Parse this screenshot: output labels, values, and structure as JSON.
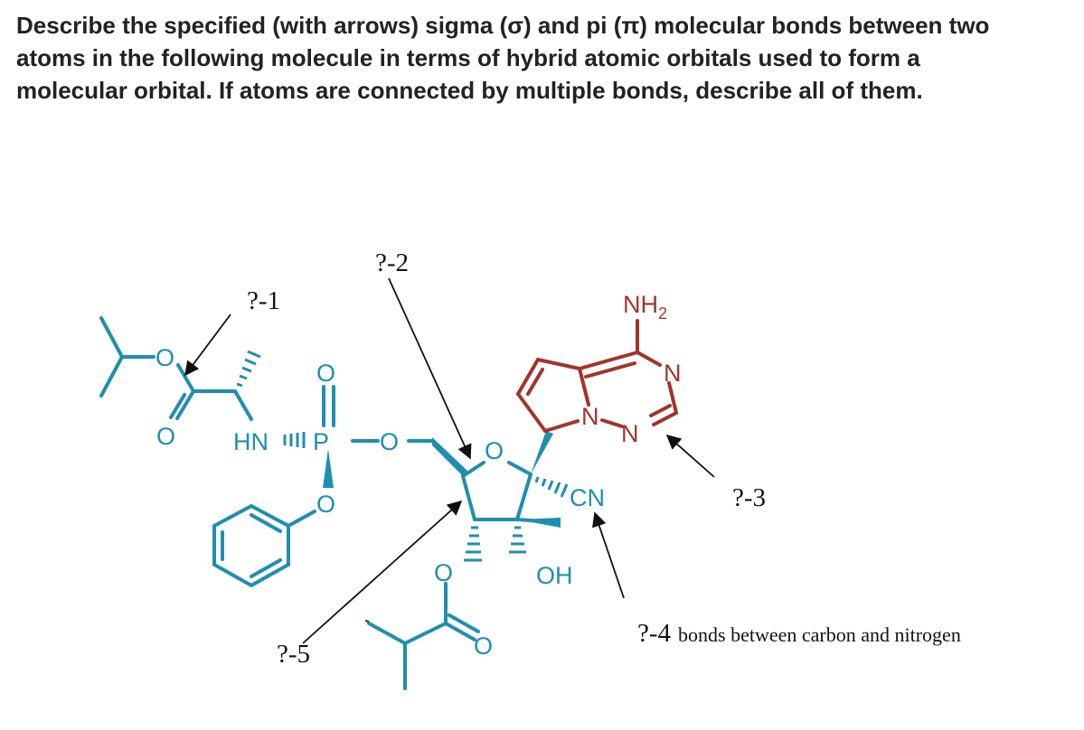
{
  "question": {
    "line1": "Describe the specified (with arrows) sigma (σ) and pi (π) molecular bonds between two",
    "line2": "atoms in the following molecule in terms of hybrid atomic orbitals used to form a",
    "line3": "molecular orbital. If atoms are connected by multiple bonds, describe all of them."
  },
  "colors": {
    "blue": "#1e8fb0",
    "red": "#a2342b",
    "arrow": "#111111",
    "text": "#222222"
  },
  "atoms": {
    "o_ester1": "O",
    "o_carbonyl1": "O",
    "hn": "HN",
    "p": "P",
    "o_double_p": "O",
    "o_bridge": "O",
    "o_phenoxy": "O",
    "o_ring": "O",
    "cn": "CN",
    "oh": "OH",
    "o_ester2": "O",
    "o_carbonyl2": "O",
    "nh2_main": "NH",
    "nh2_sub": "2",
    "n_right": "N",
    "n_bottom": "N",
    "n_middle": "N"
  },
  "labels": {
    "q1": "?-1",
    "q2": "?-2",
    "q3": "?-3",
    "q4_main": "?-4",
    "q4_rest": "bonds between carbon and nitrogen",
    "q5": "?-5"
  }
}
